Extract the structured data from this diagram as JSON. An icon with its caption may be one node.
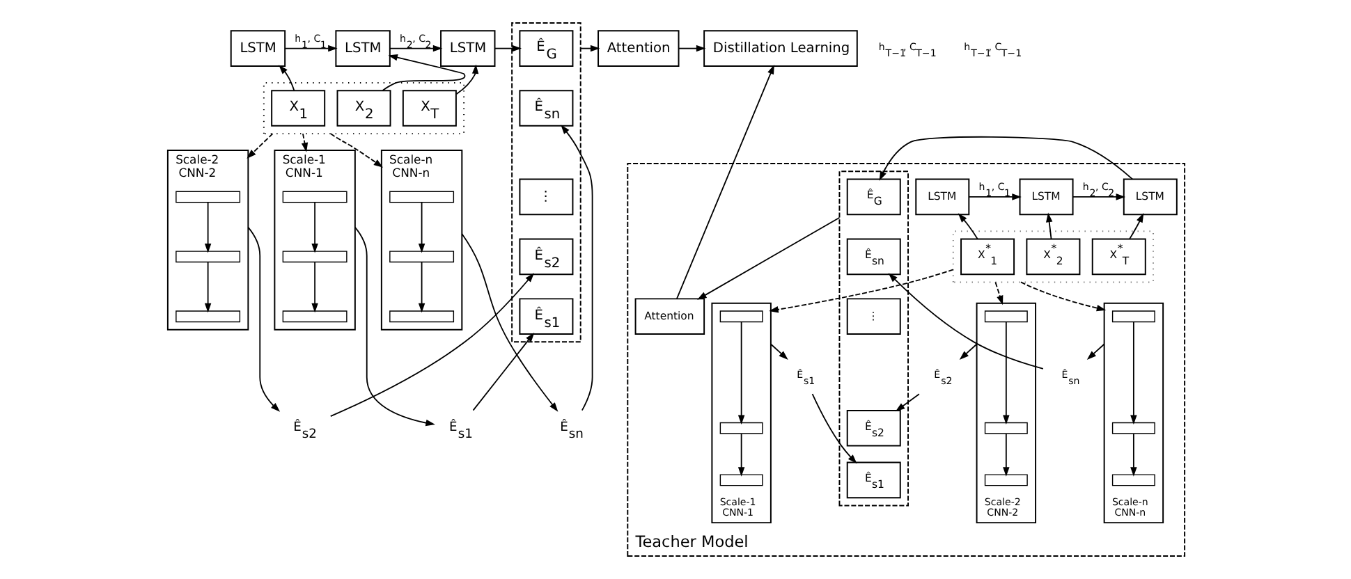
{
  "diagram": {
    "nodes": [
      {
        "text": [
          "LSTM"
        ]
      },
      {
        "text": [
          "LSTM"
        ]
      },
      {
        "text": [
          "LSTM"
        ]
      },
      {
        "text": [],
        "shape": "box"
      },
      {
        "text": [
          "X$_{1}$"
        ],
        "in": 3
      },
      {
        "text": [
          "X$_{2}$"
        ],
        "in": 3
      },
      {
        "text": [
          "X$_{T}$"
        ],
        "in": 3
      },
      {
        "text": [
          "Scale-1",
          "CNN-1"
        ]
      },
      {
        "text": [],
        "shape": "box",
        "in": 7
      },
      {
        "text": [],
        "shape": "box",
        "in": 7
      },
      {
        "text": [],
        "shape": "box",
        "in": 7
      },
      {
        "text": [
          "Scale-2",
          "CNN-2"
        ]
      },
      {
        "text": [],
        "shape": "box",
        "in": 11
      },
      {
        "text": [],
        "shape": "box",
        "in": 11
      },
      {
        "text": [],
        "shape": "box",
        "in": 11
      },
      {
        "text": [
          "Scale-n",
          "CNN-n"
        ]
      },
      {
        "text": [],
        "shape": "box",
        "in": 15
      },
      {
        "text": [],
        "shape": "box",
        "in": 15
      },
      {
        "text": [],
        "shape": "box",
        "in": 15
      },
      {
        "text": [
          "Ê$_{s1}$"
        ]
      },
      {
        "text": [
          "Ê$_{s2}$"
        ]
      },
      {
        "text": [
          "Ê$_{sn}$"
        ]
      },
      {
        "text": [],
        "shape": "box"
      },
      {
        "text": [
          "Ê$_{G}$"
        ],
        "in": 22
      },
      {
        "text": [
          "Ê$_{sn}$"
        ],
        "in": 22
      },
      {
        "text": [
          "⋮"
        ],
        "in": 22
      },
      {
        "text": [
          "Ê$_{s2}$"
        ],
        "in": 22
      },
      {
        "text": [
          "Ê$_{s1}$"
        ],
        "in": 22
      },
      {
        "text": [
          "Attention"
        ]
      },
      {
        "text": [
          "Distillation Learning"
        ]
      },
      {
        "text": [
          "Teacher Model"
        ]
      },
      {
        "text": [
          "LSTM"
        ],
        "in": 30
      },
      {
        "text": [
          "LSTM"
        ],
        "in": 30
      },
      {
        "text": [
          "LSTM"
        ],
        "in": 30
      },
      {
        "text": [],
        "shape": "box",
        "in": 30
      },
      {
        "text": [
          "X$^{*}$$_{1}$"
        ],
        "in": 34
      },
      {
        "text": [
          "X$^{*}$$_{2}$"
        ],
        "in": 34
      },
      {
        "text": [
          "X$^{*}$$_{T}$"
        ],
        "in": 34
      },
      {
        "text": [
          "Scale-1",
          "CNN-1"
        ],
        "in": 30
      },
      {
        "text": [],
        "shape": "box",
        "in": 38
      },
      {
        "text": [],
        "shape": "box",
        "in": 38
      },
      {
        "text": [],
        "shape": "box",
        "in": 38
      },
      {
        "text": [
          "Scale-2",
          "CNN-2"
        ],
        "in": 30
      },
      {
        "text": [],
        "shape": "box",
        "in": 42
      },
      {
        "text": [],
        "shape": "box",
        "in": 42
      },
      {
        "text": [],
        "shape": "box",
        "in": 42
      },
      {
        "text": [
          "Scale-n",
          "CNN-n"
        ],
        "in": 30
      },
      {
        "text": [],
        "shape": "box",
        "in": 46
      },
      {
        "text": [],
        "shape": "box",
        "in": 46
      },
      {
        "text": [],
        "shape": "box",
        "in": 46
      },
      {
        "text": [
          "Ê$_{s1}$"
        ],
        "in": 30
      },
      {
        "text": [
          "Ê$_{s2}$"
        ],
        "in": 30
      },
      {
        "text": [
          "Ê$_{sn}$"
        ],
        "in": 30
      },
      {
        "text": [],
        "shape": "box",
        "in": 30
      },
      {
        "text": [
          "Ê$_{G}$"
        ],
        "in": 53
      },
      {
        "text": [
          "Ê$_{sn}$"
        ],
        "in": 53
      },
      {
        "text": [
          "⋮"
        ],
        "in": 53
      },
      {
        "text": [
          "Ê$_{s2}$"
        ],
        "in": 53
      },
      {
        "text": [
          "Ê$_{s1}$"
        ],
        "in": 53
      },
      {
        "text": [
          "Attention"
        ],
        "in": 30
      }
    ],
    "edges": [
      {
        "from": 0,
        "to": 1,
        "arrow": "to",
        "label": "h$_{1}$, C$_{1}$"
      },
      {
        "from": 1,
        "to": 2,
        "arrow": "to",
        "label": "h$_{2}$, C$_{2}$"
      },
      {
        "from": 4,
        "to": 0,
        "arrow": "to"
      },
      {
        "from": 5,
        "to": 1,
        "arrow": "to"
      },
      {
        "from": 6,
        "to": 2,
        "arrow": "to"
      },
      {
        "from": 3,
        "to": 7,
        "arrow": "to",
        "style": "dashed"
      },
      {
        "from": 3,
        "to": 11,
        "arrow": "to",
        "style": "dashed"
      },
      {
        "from": 3,
        "to": 15,
        "arrow": "to",
        "style": "dashed"
      },
      {
        "from": 8,
        "to": 9,
        "arrow": "to"
      },
      {
        "from": 9,
        "to": 10,
        "arrow": "to"
      },
      {
        "from": 12,
        "to": 13,
        "arrow": "to"
      },
      {
        "from": 13,
        "to": 14,
        "arrow": "to"
      },
      {
        "from": 16,
        "to": 17,
        "arrow": "to"
      },
      {
        "from": 17,
        "to": 18,
        "arrow": "to"
      },
      {
        "from": 7,
        "to": 19,
        "arrow": "to"
      },
      {
        "from": 11,
        "to": 20,
        "arrow": "to"
      },
      {
        "from": 15,
        "to": 21,
        "arrow": "to"
      },
      {
        "from": 2,
        "to": 23,
        "arrow": "to"
      },
      {
        "from": 21,
        "to": 24,
        "arrow": "to"
      },
      {
        "from": 20,
        "to": 26,
        "arrow": "to"
      },
      {
        "from": 19,
        "to": 27,
        "arrow": "to"
      },
      {
        "from": 22,
        "to": 28,
        "arrow": "to"
      },
      {
        "from": 28,
        "to": 29,
        "arrow": "to"
      },
      {
        "from": 31,
        "to": 32,
        "arrow": "to",
        "label": "h$_{1}$, C$_{1}$"
      },
      {
        "from": 32,
        "to": 33,
        "arrow": "to",
        "label": "h$_{2}$, C$_{2}$"
      },
      {
        "from": 35,
        "to": 31,
        "arrow": "to"
      },
      {
        "from": 36,
        "to": 32,
        "arrow": "to"
      },
      {
        "from": 37,
        "to": 33,
        "arrow": "to"
      },
      {
        "from": 34,
        "to": 38,
        "arrow": "to",
        "style": "dashed"
      },
      {
        "from": 34,
        "to": 42,
        "arrow": "to",
        "style": "dashed"
      },
      {
        "from": 34,
        "to": 46,
        "arrow": "to",
        "style": "dashed"
      },
      {
        "from": 39,
        "to": 40,
        "arrow": "to"
      },
      {
        "from": 40,
        "to": 41,
        "arrow": "to"
      },
      {
        "from": 43,
        "to": 44,
        "arrow": "to"
      },
      {
        "from": 44,
        "to": 45,
        "arrow": "to"
      },
      {
        "from": 47,
        "to": 48,
        "arrow": "to"
      },
      {
        "from": 48,
        "to": 49,
        "arrow": "to"
      },
      {
        "from": 38,
        "to": 50,
        "arrow": "to"
      },
      {
        "from": 42,
        "to": 51,
        "arrow": "to"
      },
      {
        "from": 46,
        "to": 52,
        "arrow": "to"
      },
      {
        "from": 33,
        "to": 54,
        "arrow": "to"
      },
      {
        "from": 52,
        "to": 55,
        "arrow": "to"
      },
      {
        "from": 51,
        "to": 57,
        "arrow": "to"
      },
      {
        "from": 50,
        "to": 58,
        "arrow": "to"
      },
      {
        "from": 53,
        "to": 59,
        "arrow": "to"
      },
      {
        "from": 59,
        "to": 29,
        "arrow": "to"
      }
    ],
    "labels": [
      "h$_{T−1}$, C$_{T−1}$",
      "h$_{T−1}$, C$_{T−1}$"
    ]
  }
}
